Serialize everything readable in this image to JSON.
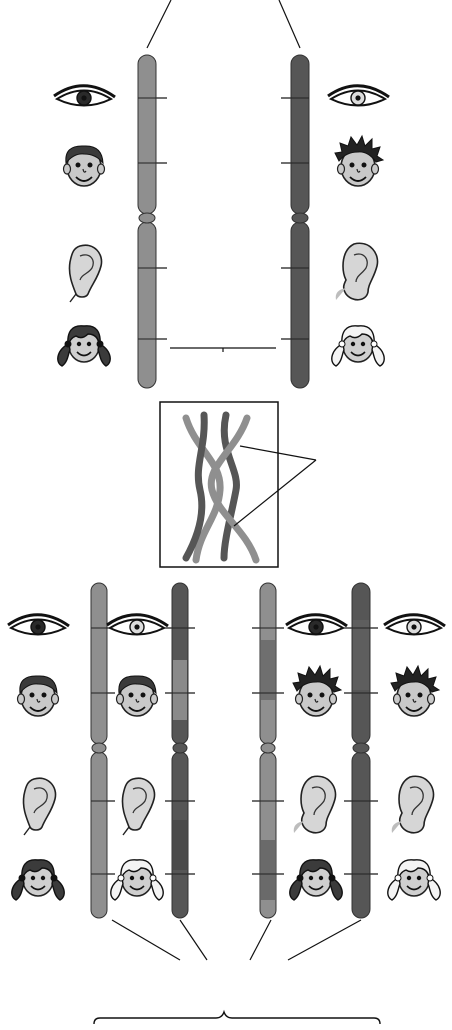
{
  "diagram": {
    "colors": {
      "chromosome_light": "#8f8f8f",
      "chromosome_dark": "#565656",
      "line": "#111111",
      "skin": "#c9c9c9",
      "dark_feature": "#2a2a2a",
      "light_feature": "#eeeeee"
    },
    "top_pair": [
      {
        "side": "left",
        "shade": "light",
        "traits": [
          "dark-eye-icon",
          "straight-hair-face-icon",
          "attached-earlobe-icon",
          "dark-hair-girl-face-icon"
        ]
      },
      {
        "side": "right",
        "shade": "dark",
        "traits": [
          "light-eye-icon",
          "curly-hair-face-icon",
          "free-earlobe-icon",
          "light-hair-girl-face-icon"
        ]
      }
    ],
    "crossover_box": {
      "shown": true,
      "pointer_lines": 2
    },
    "bottom_chromosomes": [
      {
        "shade": "light",
        "traits": [
          "dark-eye-icon",
          "straight-hair-face-icon",
          "attached-earlobe-icon",
          "dark-hair-girl-face-icon"
        ]
      },
      {
        "shade": "dark",
        "traits": [
          "light-eye-icon",
          "straight-hair-face-icon",
          "attached-earlobe-icon",
          "light-hair-girl-face-icon"
        ]
      },
      {
        "shade": "light",
        "traits": [
          "dark-eye-icon",
          "curly-hair-face-icon",
          "free-earlobe-icon",
          "dark-hair-girl-face-icon"
        ]
      },
      {
        "shade": "dark",
        "traits": [
          "light-eye-icon",
          "curly-hair-face-icon",
          "free-earlobe-icon",
          "light-hair-girl-face-icon"
        ]
      }
    ]
  }
}
